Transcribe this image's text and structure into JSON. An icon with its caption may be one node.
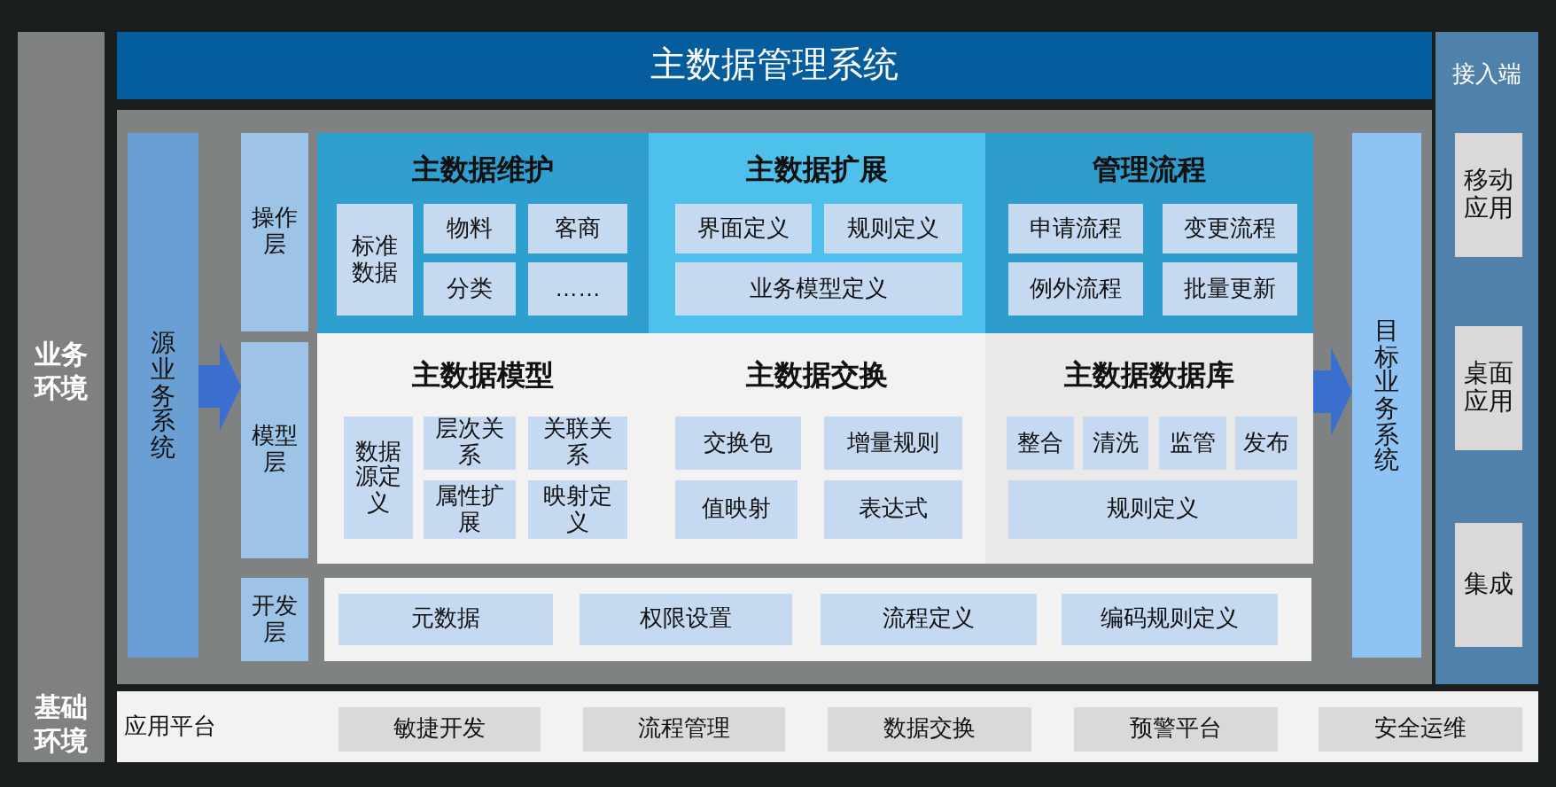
{
  "diagram": {
    "nodes": [
      {
        "text": [
          "业务环境",
          "基础环境"
        ]
      },
      {
        "text": [
          "主数据管理系统"
        ]
      },
      {
        "text": [
          "接入端"
        ]
      },
      {
        "text": [
          "移动应用"
        ],
        "in": 2
      },
      {
        "text": [
          "桌面应用"
        ],
        "in": 2
      },
      {
        "text": [
          "集成"
        ],
        "in": 2
      },
      {
        "text": [
          "源业务系统"
        ]
      },
      {
        "text": [
          "操作层"
        ]
      },
      {
        "text": [
          "主数据维护"
        ]
      },
      {
        "text": [
          "标准数据"
        ],
        "in": 8
      },
      {
        "text": [
          "物料"
        ],
        "in": 8
      },
      {
        "text": [
          "客商"
        ],
        "in": 8
      },
      {
        "text": [
          "分类"
        ],
        "in": 8
      },
      {
        "text": [
          "……"
        ],
        "in": 8
      },
      {
        "text": [
          "主数据扩展"
        ]
      },
      {
        "text": [
          "界面定义"
        ],
        "in": 14
      },
      {
        "text": [
          "规则定义"
        ],
        "in": 14
      },
      {
        "text": [
          "业务模型定义"
        ],
        "in": 14
      },
      {
        "text": [
          "管理流程"
        ]
      },
      {
        "text": [
          "申请流程"
        ],
        "in": 18
      },
      {
        "text": [
          "变更流程"
        ],
        "in": 18
      },
      {
        "text": [
          "例外流程"
        ],
        "in": 18
      },
      {
        "text": [
          "批量更新"
        ],
        "in": 18
      },
      {
        "text": [
          "目标业务系统"
        ]
      },
      {
        "text": [
          "模型层"
        ]
      },
      {
        "text": [
          "主数据模型"
        ]
      },
      {
        "text": [
          "数据源定义"
        ],
        "in": 25
      },
      {
        "text": [
          "层次关系"
        ],
        "in": 25
      },
      {
        "text": [
          "关联关系"
        ],
        "in": 25
      },
      {
        "text": [
          "属性扩展"
        ],
        "in": 25
      },
      {
        "text": [
          "映射定义"
        ],
        "in": 25
      },
      {
        "text": [
          "主数据交换"
        ]
      },
      {
        "text": [
          "交换包"
        ],
        "in": 31
      },
      {
        "text": [
          "增量规则"
        ],
        "in": 31
      },
      {
        "text": [
          "值映射"
        ],
        "in": 31
      },
      {
        "text": [
          "表达式"
        ],
        "in": 31
      },
      {
        "text": [
          "主数据数据库"
        ]
      },
      {
        "text": [
          "整合"
        ],
        "in": 36
      },
      {
        "text": [
          "清洗"
        ],
        "in": 36
      },
      {
        "text": [
          "监管"
        ],
        "in": 36
      },
      {
        "text": [
          "发布"
        ],
        "in": 36
      },
      {
        "text": [
          "规则定义"
        ],
        "in": 36
      },
      {
        "text": [
          "开发层"
        ]
      },
      {
        "text": [],
        "shape": "box"
      },
      {
        "text": [
          "元数据"
        ],
        "in": 43
      },
      {
        "text": [
          "权限设置"
        ],
        "in": 43
      },
      {
        "text": [
          "流程定义"
        ],
        "in": 43
      },
      {
        "text": [
          "编码规则定义"
        ],
        "in": 43
      },
      {
        "text": [
          "应用平台"
        ]
      },
      {
        "text": [
          "敏捷开发"
        ],
        "in": 48
      },
      {
        "text": [
          "流程管理"
        ],
        "in": 48
      },
      {
        "text": [
          "数据交换"
        ],
        "in": 48
      },
      {
        "text": [
          "预警平台"
        ],
        "in": 48
      },
      {
        "text": [
          "安全运维"
        ],
        "in": 48
      }
    ],
    "edges": [
      {
        "from": 6,
        "to": 24,
        "arrow": "to"
      },
      {
        "from": 36,
        "to": 23,
        "arrow": "to"
      }
    ]
  }
}
